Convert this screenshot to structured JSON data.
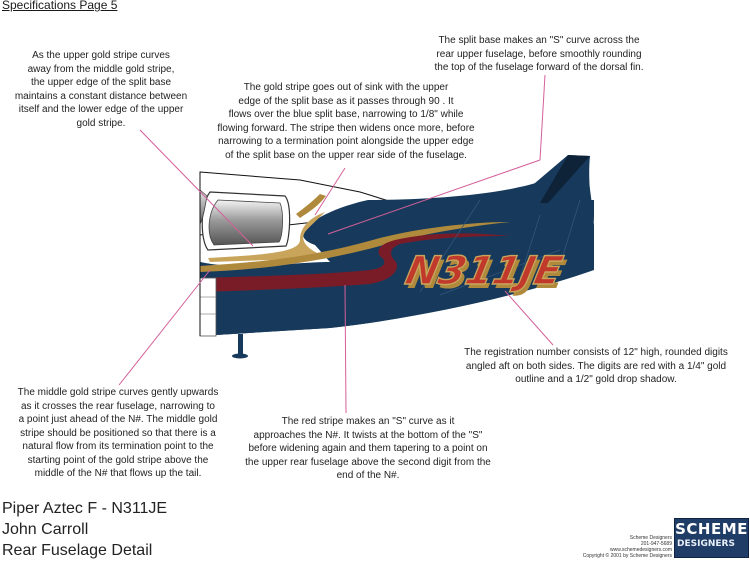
{
  "header": {
    "title": "Specifications Page 5"
  },
  "notes": {
    "upper_gold": [
      "As the upper gold stripe curves",
      "away from the middle gold stripe,",
      "the upper edge of the split base",
      "maintains a constant distance between",
      "itself and the lower edge of the upper",
      "gold stripe."
    ],
    "gold_sink": [
      "The gold stripe goes out of sink with the upper",
      "edge of the split base as it passes through 90 .  It",
      "flows over the blue split base, narrowing to 1/8\" while",
      "flowing forward.  The stripe then widens once more, before",
      "narrowing to a termination point alongside the upper edge",
      "of the split base on the upper rear side of the fuselage."
    ],
    "split_base": [
      "The split base makes an \"S\" curve across the",
      "rear upper fuselage, before smoothly rounding",
      "the top of the fuselage forward of the dorsal fin."
    ],
    "registration": [
      "The registration number consists of 12\" high, rounded digits",
      "angled aft on both sides.  The digits are red with a 1/4\" gold",
      "outline and a 1/2\" gold drop shadow."
    ],
    "red_stripe": [
      "The red stripe makes an \"S\" curve as it",
      "approaches the N#.  It twists at the bottom of the \"S\"",
      "before widening again and them tapering to a point on",
      "the upper rear fuselage above the second digit from the",
      "end of the N#."
    ],
    "middle_gold": [
      "The middle gold stripe curves gently upwards",
      "as it crosses the rear fuselage, narrowing to",
      "a point just ahead of the N#.  The middle gold",
      "stripe should be positioned so that there is a",
      "natural flow from its termination point to the",
      "starting point of the gold stripe above the",
      "middle of the N# that flows up the tail."
    ]
  },
  "aircraft": {
    "registration": "N311JE",
    "colors": {
      "base_blue": "#173a5c",
      "red": "#7a1c28",
      "gold": "#b08a3c",
      "reg_fill": "#c0392b",
      "reg_outline": "#c9a55c",
      "leader": "#d4609a"
    }
  },
  "title_block": {
    "line1": "Piper Aztec F - N311JE",
    "line2": "John Carroll",
    "line3": "Rear Fuselage Detail"
  },
  "footer": {
    "company_lines": [
      "Scheme Designers",
      "201-947-5689",
      "www.schemedesigners.com",
      "Copyright © 2001 by Scheme Designers"
    ],
    "logo_top": "SCHEME",
    "logo_bottom": "DESIGNERS"
  }
}
